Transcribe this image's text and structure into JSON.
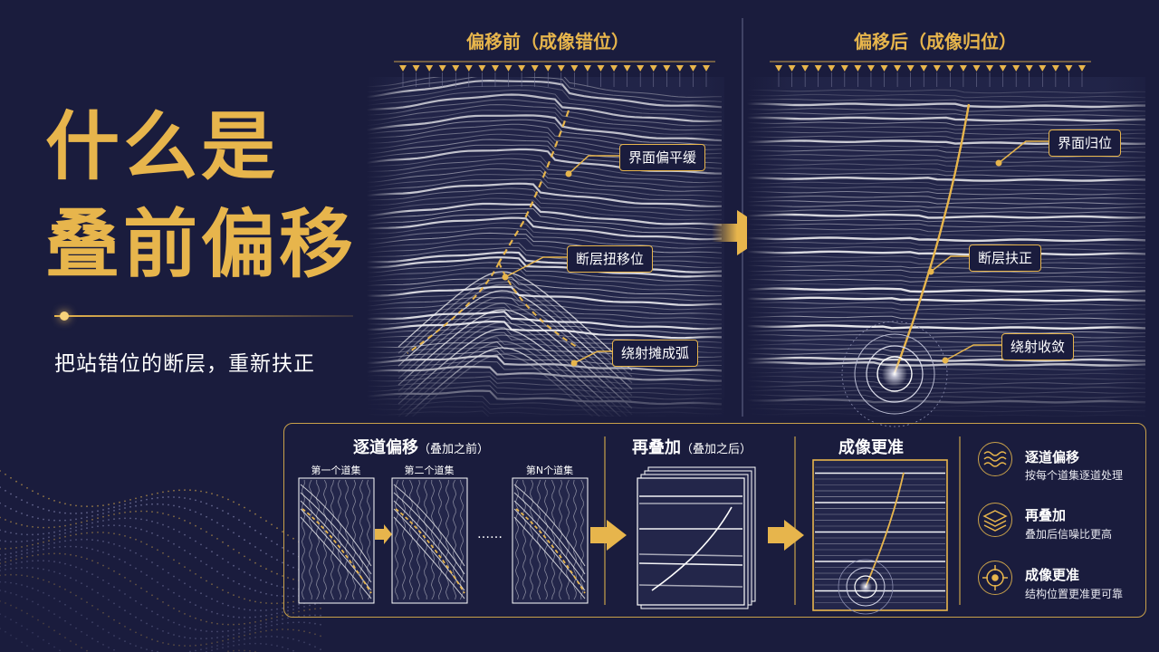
{
  "headline": {
    "line1": "什么是",
    "line2": "叠前偏移"
  },
  "subtitle": "把站错位的断层，重新扶正",
  "before_panel": {
    "title": "偏移前（成像错位）",
    "callouts": [
      "界面偏平缓",
      "断层扭移位",
      "绕射摊成弧"
    ]
  },
  "after_panel": {
    "title": "偏移后（成像归位）",
    "callouts": [
      "界面归位",
      "断层扶正",
      "绕射收敛"
    ]
  },
  "workflow": {
    "step1": {
      "title": "逐道偏移",
      "sub": "（叠加之前）",
      "gathers": [
        "第一个道集",
        "第二个道集",
        "第N个道集"
      ],
      "ellipsis": "……"
    },
    "step2": {
      "title": "再叠加",
      "sub": "（叠加之后）"
    },
    "step3": {
      "title": "成像更准"
    }
  },
  "legend": [
    {
      "icon": "wave-icon",
      "title": "逐道偏移",
      "desc": "按每个道集逐道处理"
    },
    {
      "icon": "layers-icon",
      "title": "再叠加",
      "desc": "叠加后信噪比更高"
    },
    {
      "icon": "target-icon",
      "title": "成像更准",
      "desc": "结构位置更准更可靠"
    }
  ],
  "colors": {
    "background": "#1a1c3d",
    "accent": "#e7b54c",
    "text": "#ffffff"
  }
}
